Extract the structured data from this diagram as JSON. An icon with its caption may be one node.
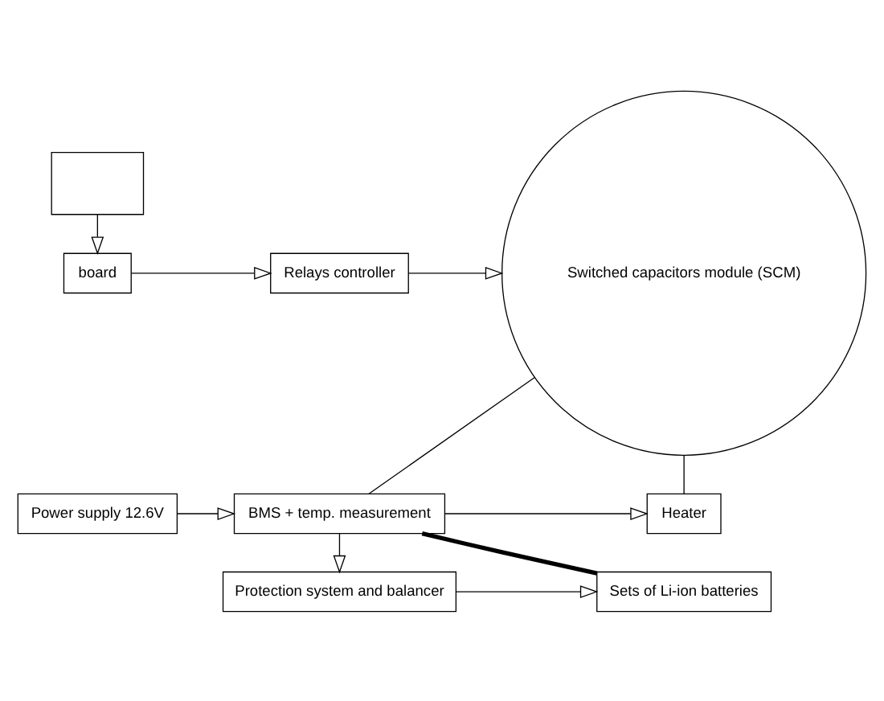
{
  "diagram": {
    "nodes": [
      {
        "text": [],
        "shape": "box"
      },
      {
        "text": [
          "board"
        ]
      },
      {
        "text": [
          "Relays controller"
        ]
      },
      {
        "text": [
          "Switched capacitors module (SCM)"
        ]
      },
      {
        "text": [
          "Power supply 12.6V"
        ]
      },
      {
        "text": [
          "BMS + temp. measurement"
        ]
      },
      {
        "text": [
          "Heater"
        ]
      },
      {
        "text": [
          "Protection system and balancer"
        ]
      },
      {
        "text": [
          "Sets of Li-ion batteries"
        ]
      }
    ],
    "edges": [
      {
        "from": 0,
        "to": 1,
        "arrow": "to"
      },
      {
        "from": 1,
        "to": 2,
        "arrow": "to"
      },
      {
        "from": 2,
        "to": 3,
        "arrow": "to"
      },
      {
        "from": 4,
        "to": 5,
        "arrow": "to"
      },
      {
        "from": 5,
        "to": 6,
        "arrow": "to"
      },
      {
        "from": 5,
        "to": 7,
        "arrow": "to"
      },
      {
        "from": 7,
        "to": 8,
        "arrow": "to"
      },
      {
        "from": 5,
        "to": 3,
        "arrow": "none"
      },
      {
        "from": 6,
        "to": 3,
        "arrow": "none"
      },
      {
        "from": 5,
        "to": 8,
        "arrow": "none",
        "style": "thick"
      }
    ]
  }
}
